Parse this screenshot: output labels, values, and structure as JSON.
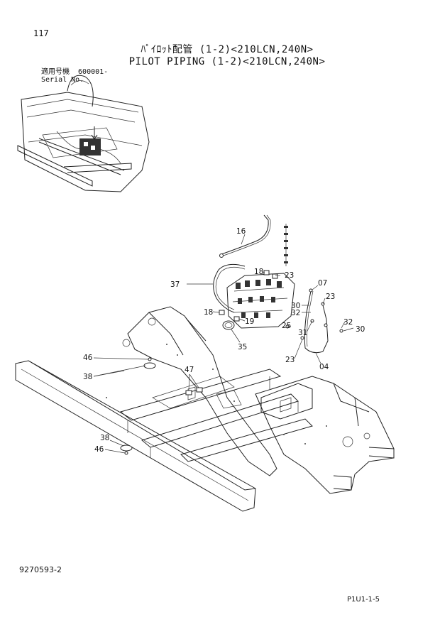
{
  "header": {
    "page_number": "117",
    "title_jp": "ﾊﾟｲﾛｯﾄ配管 (1-2)<210LCN,240N>",
    "title_en": "PILOT PIPING (1-2)<210LCN,240N>",
    "serial_label_jp": "適用号機",
    "serial_value": "600001-",
    "serial_label_en": "Serial No."
  },
  "callouts": [
    "16",
    "18",
    "23",
    "37",
    "07",
    "30",
    "23",
    "32",
    "18",
    "19",
    "25",
    "31",
    "32",
    "30",
    "35",
    "23",
    "04",
    "46",
    "38",
    "47",
    "38",
    "46"
  ],
  "footer": {
    "doc_number": "9270593-2",
    "page_code": "P1U1-1-5"
  }
}
